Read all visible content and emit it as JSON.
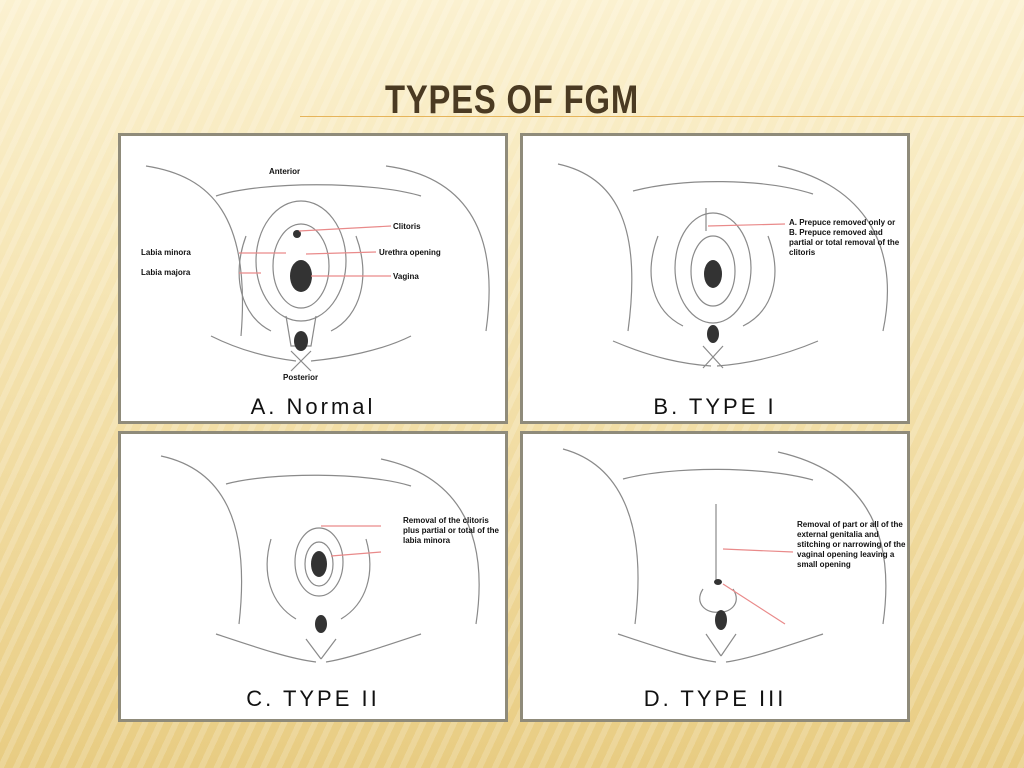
{
  "slide": {
    "title": "TYPES OF FGM"
  },
  "panels": [
    {
      "caption": "A. Normal",
      "labels": {
        "top": "Anterior",
        "clitoris": "Clitoris",
        "urethral": "Urethra opening",
        "vagina": "Vagina",
        "minora": "Labia minora",
        "majora": "Labia majora",
        "bottom": "Posterior"
      }
    },
    {
      "caption": "B. TYPE I",
      "note": "A. Prepuce removed only or B. Prepuce removed and partial or total removal of the clitoris"
    },
    {
      "caption": "C. TYPE II",
      "note": "Removal of the clitoris plus partial or total of the labia minora"
    },
    {
      "caption": "D. TYPE III",
      "note": "Removal of part or all of the external genitalia and stitching or narrowing of the vaginal opening leaving a small opening"
    }
  ]
}
